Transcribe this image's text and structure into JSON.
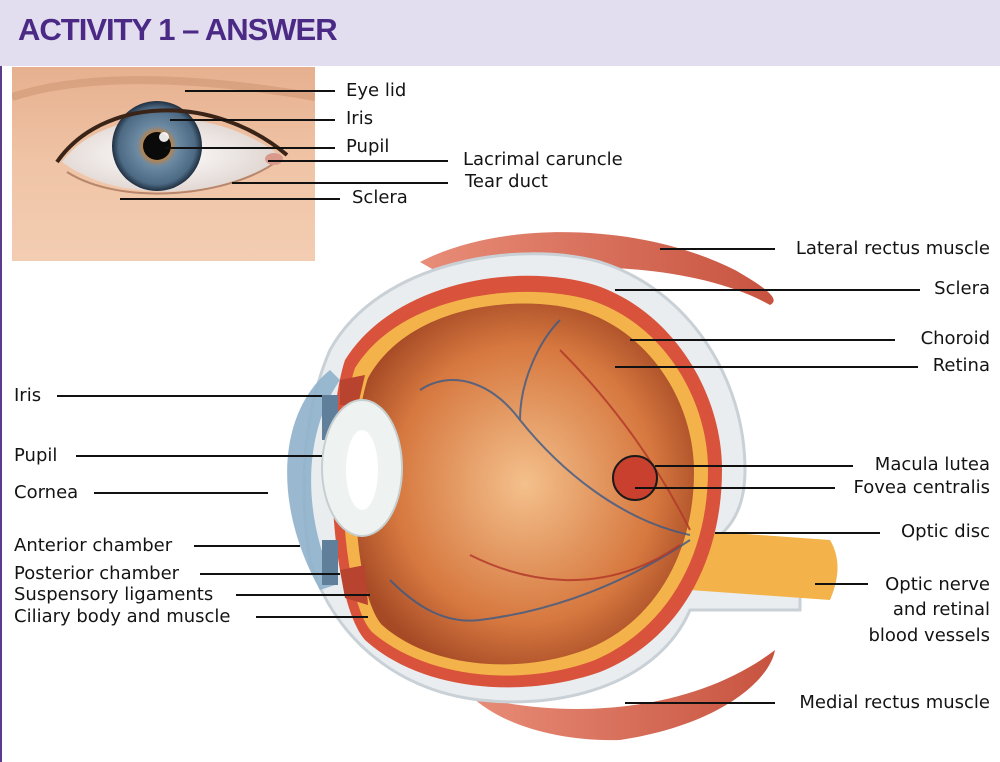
{
  "header": {
    "title": "ACTIVITY 1 – ANSWER"
  },
  "colors": {
    "header_bg": "#e3ddf0",
    "title": "#4b2a86",
    "accent_bar": "#5a3b8c"
  },
  "photo_labels": {
    "eye_lid": "Eye lid",
    "iris": "Iris",
    "pupil": "Pupil",
    "lacrimal_caruncle": "Lacrimal caruncle",
    "tear_duct": "Tear duct",
    "sclera": "Sclera"
  },
  "diagram_labels_left": {
    "iris": "Iris",
    "pupil": "Pupil",
    "cornea": "Cornea",
    "anterior_chamber": "Anterior chamber",
    "posterior_chamber": "Posterior chamber",
    "suspensory_ligaments": "Suspensory ligaments",
    "ciliary_body": "Ciliary body and muscle"
  },
  "diagram_labels_right": {
    "lateral_rectus": "Lateral rectus muscle",
    "sclera": "Sclera",
    "choroid": "Choroid",
    "retina": "Retina",
    "macula_lutea": "Macula lutea",
    "fovea_centralis": "Fovea centralis",
    "optic_disc": "Optic disc",
    "optic_nerve_1": "Optic nerve",
    "optic_nerve_2": "and retinal",
    "optic_nerve_3": "blood vessels",
    "medial_rectus": "Medial rectus muscle"
  }
}
